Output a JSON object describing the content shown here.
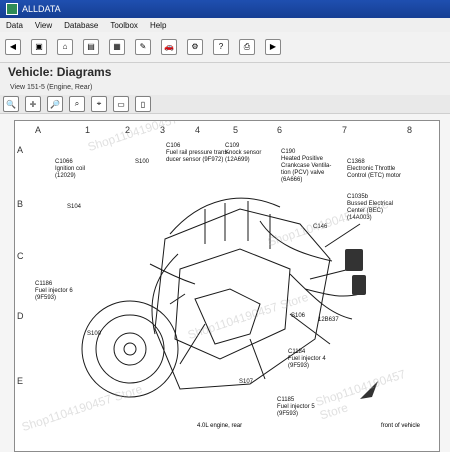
{
  "window": {
    "title": "ALLDATA"
  },
  "menu": [
    "Data",
    "View",
    "Database",
    "Toolbox",
    "Help"
  ],
  "header": {
    "title": "Vehicle: Diagrams"
  },
  "subheader": {
    "text": "View 151-5 (Engine, Rear)"
  },
  "diagram": {
    "top_labels": [
      "A",
      "1",
      "2",
      "3",
      "4",
      "5",
      "6",
      "7",
      "8"
    ],
    "side_labels": [
      "A",
      "B",
      "C",
      "D",
      "E"
    ],
    "callouts": [
      "C1066\nIgnition coil\n(12029)",
      "S100",
      "C106\nFuel rail pressure trans-\nducer sensor (9F972)",
      "C109\nKnock sensor\n(12A699)",
      "C190\nHeated Positive\nCrankcase Ventila-\ntion (PCV) valve\n(6A666)",
      "C1368\nElectronic Throttle\nControl (ETC) motor",
      "C1035b\nBussed Electrical\nCenter (BEC)\n(14A003)",
      "S104",
      "C146",
      "C1186\nFuel injector 6\n(9F593)",
      "S106",
      "12B637",
      "S100",
      "C1184\nFuel injector 4\n(9F593)",
      "S107",
      "C1185\nFuel injector 5\n(9F593)"
    ],
    "caption": "4.0L engine, rear",
    "front_label": "front of vehicle"
  },
  "watermarks": [
    "Shop1104190457 Store",
    "Shop1104190457 Store",
    "Shop1104190457 Store",
    "Shop1104190457 Store",
    "Shop1104190457 Store"
  ]
}
